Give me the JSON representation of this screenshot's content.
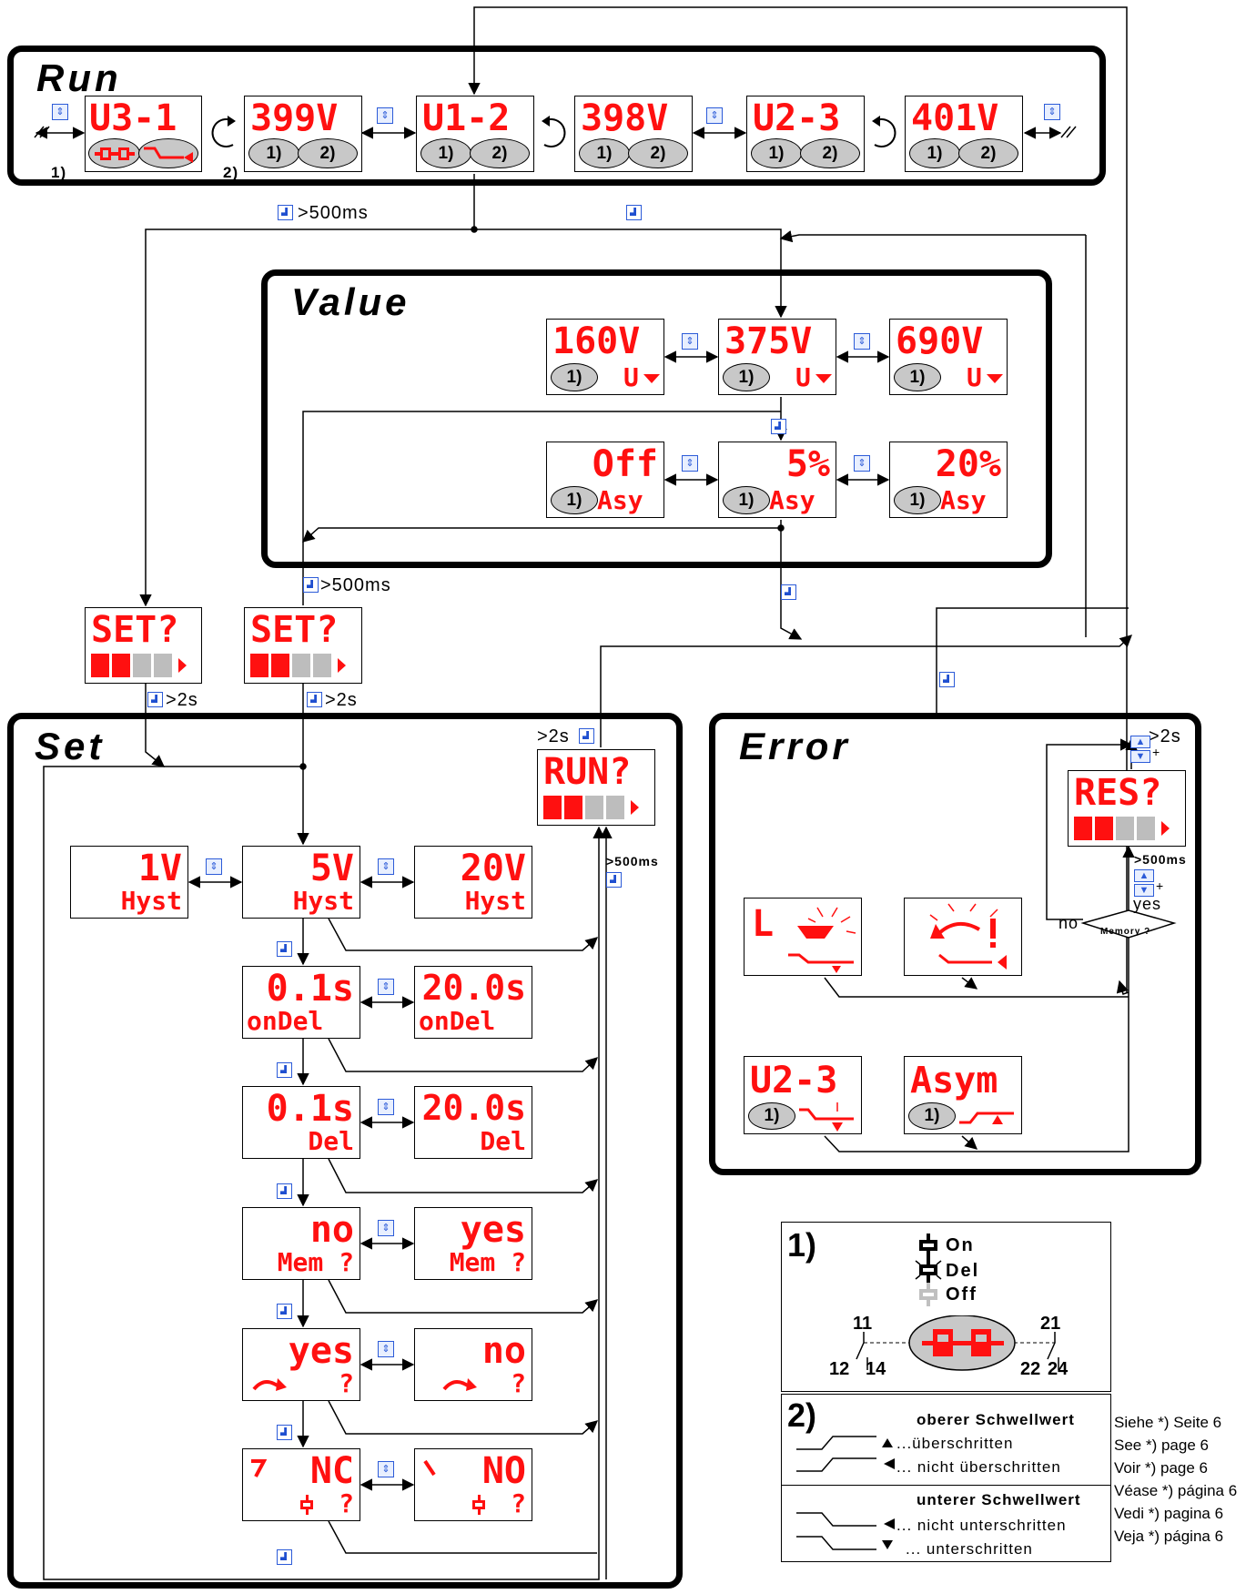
{
  "sections": {
    "run": "Run",
    "value": "Value",
    "set": "Set",
    "error": "Error"
  },
  "run": {
    "screens": [
      {
        "top": "U3-1",
        "ov1": "",
        "ov2": ""
      },
      {
        "top": "399V",
        "ov1": "1)",
        "ov2": "2)"
      },
      {
        "top": "U1-2",
        "ov1": "1)",
        "ov2": "2)"
      },
      {
        "top": "398V",
        "ov1": "1)",
        "ov2": "2)"
      },
      {
        "top": "U2-3",
        "ov1": "1)",
        "ov2": "2)"
      },
      {
        "top": "401V",
        "ov1": "1)",
        "ov2": "2)"
      }
    ],
    "callout1": "1)",
    "callout2": "2)"
  },
  "timing": {
    "t500": ">500ms",
    "t500b": ">500ms",
    "t2s_a": ">2s",
    "t2s_b": ">2s",
    "t2s_c": ">2s",
    "t2s_d": ">2s",
    "t500_set": ">500ms",
    "t500_err": ">500ms"
  },
  "value": {
    "row1": [
      {
        "top": "160V",
        "ov": "1)",
        "unit": "U"
      },
      {
        "top": "375V",
        "ov": "1)",
        "unit": "U"
      },
      {
        "top": "690V",
        "ov": "1)",
        "unit": "U"
      }
    ],
    "row2": [
      {
        "top": "Off",
        "ov": "1)",
        "unit": "Asy"
      },
      {
        "top": "5%",
        "ov": "1)",
        "unit": "Asy"
      },
      {
        "top": "20%",
        "ov": "1)",
        "unit": "Asy"
      }
    ]
  },
  "prompts": {
    "set": "SET?",
    "run": "RUN?",
    "res": "RES?"
  },
  "set": {
    "hyst": [
      {
        "top": "1V",
        "bottom": "Hyst"
      },
      {
        "top": "5V",
        "bottom": "Hyst"
      },
      {
        "top": "20V",
        "bottom": "Hyst"
      }
    ],
    "ondel": [
      {
        "top": "0.1s",
        "bottom": "onDel"
      },
      {
        "top": "20.0s",
        "bottom": "onDel"
      }
    ],
    "del": [
      {
        "top": "0.1s",
        "bottom": "Del"
      },
      {
        "top": "20.0s",
        "bottom": "Del"
      }
    ],
    "mem": [
      {
        "top": "no",
        "bottom": "Mem ?"
      },
      {
        "top": "yes",
        "bottom": "Mem ?"
      }
    ],
    "rot": [
      {
        "top": "yes",
        "bottom": "?"
      },
      {
        "top": "no",
        "bottom": "?"
      }
    ],
    "nc": [
      {
        "top": "NC",
        "bottom": "?"
      },
      {
        "top": "NO",
        "bottom": "?"
      }
    ]
  },
  "error": {
    "screen_l": "L",
    "screen_u23": "U2-3",
    "screen_asym": "Asym",
    "ov": "1)",
    "memory": "Memory ?",
    "no": "no",
    "yes": "yes"
  },
  "legend1": {
    "title": "1)",
    "on": "On",
    "del": "Del",
    "off": "Off",
    "c11": "11",
    "c12": "12",
    "c14": "14",
    "c21": "21",
    "c22": "22",
    "c24": "24"
  },
  "legend2": {
    "title": "2)",
    "upper": "oberer Schwellwert",
    "upper_a": "...überschritten",
    "upper_b": "... nicht überschritten",
    "lower": "unterer Schwellwert",
    "lower_a": "... nicht unterschritten",
    "lower_b": "... unterschritten"
  },
  "see": [
    "Siehe *) Seite 6",
    "See *) page 6",
    "Voir *) page 6",
    "Véase *) página 6",
    "Vedi *) pagina 6",
    "Veja *) página 6"
  ],
  "colors": {
    "lcd_red": "#ff1010",
    "button_blue": "#2c5bd8",
    "overlay_grey": "#c8c8c8"
  }
}
